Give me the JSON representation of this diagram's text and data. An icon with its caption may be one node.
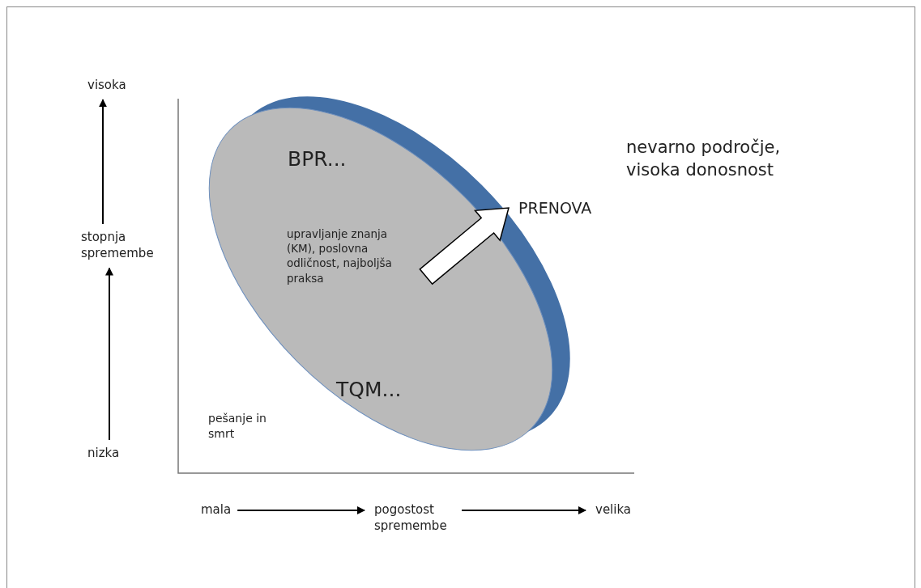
{
  "diagram": {
    "nodes": [
      {
        "text": [
          "visoka"
        ]
      },
      {
        "text": [],
        "shape": "ellipse"
      },
      {
        "text": [
          "BPR..."
        ],
        "in": 1
      },
      {
        "text": [
          "upravljanje znanja (KM), poslovna odličnost, najboljša praksa"
        ],
        "in": 1
      },
      {
        "text": [
          "TQM..."
        ],
        "in": 1
      },
      {
        "text": [
          "PRENOVA"
        ]
      },
      {
        "text": [
          "stopnja spremembe"
        ]
      },
      {
        "text": [
          "nizka"
        ]
      },
      {
        "text": [
          "mala"
        ]
      },
      {
        "text": [
          "pogostost spremembe"
        ]
      },
      {
        "text": [
          "velika"
        ]
      }
    ],
    "edges": [
      {
        "from": 7,
        "to": 6,
        "arrow": "to"
      },
      {
        "from": 6,
        "to": 0,
        "arrow": "to"
      },
      {
        "from": 8,
        "to": 9,
        "arrow": "to"
      },
      {
        "from": 9,
        "to": 10,
        "arrow": "to"
      },
      {
        "from": 3,
        "to": 5,
        "arrow": "to",
        "style": "thick"
      }
    ],
    "labels": [
      "nevarno področje, visoka donosnost",
      "pešanje in smrt"
    ]
  }
}
